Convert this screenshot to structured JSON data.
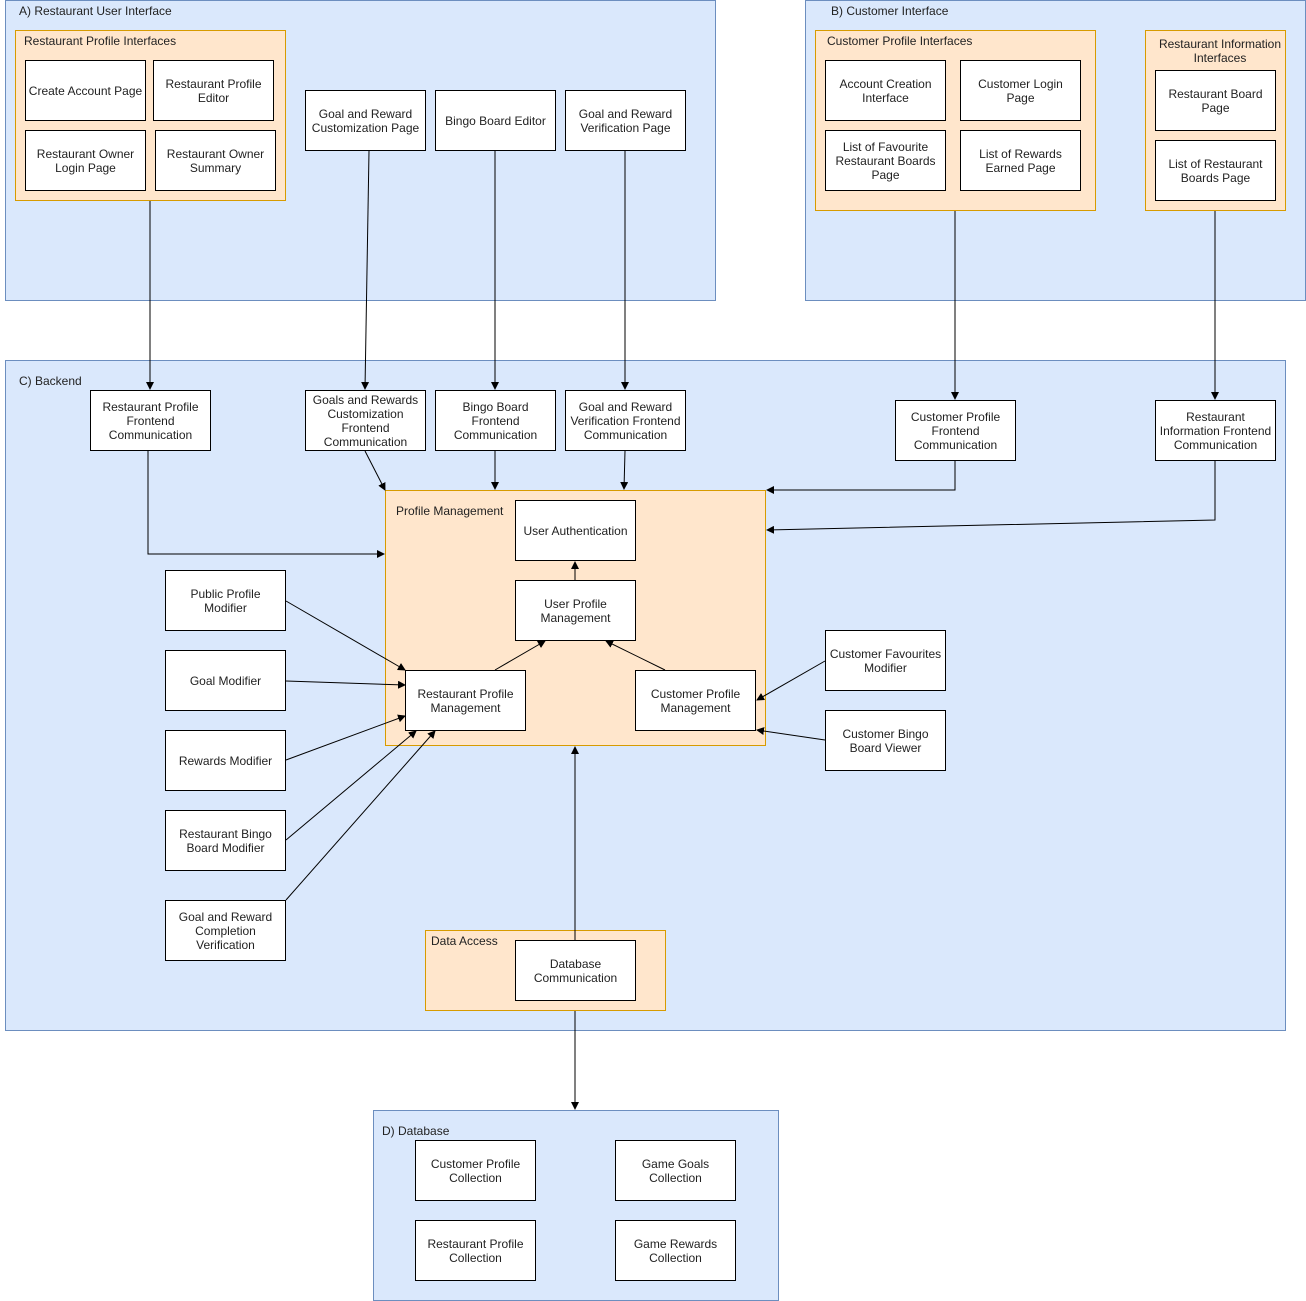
{
  "regions": {
    "restaurant_ui": "A) Restaurant User Interface",
    "customer_ui": "B) Customer Interface",
    "backend": "C) Backend",
    "database": "D) Database"
  },
  "groups": {
    "restaurant_profile_interfaces": "Restaurant Profile Interfaces",
    "customer_profile_interfaces": "Customer Profile Interfaces",
    "restaurant_information_interfaces": "Restaurant Information\nInterfaces",
    "profile_management": "Profile Management",
    "data_access": "Data Access"
  },
  "nodes": {
    "create_account_page": "Create Account Page",
    "restaurant_profile_editor": "Restaurant Profile\nEditor",
    "restaurant_owner_login_page": "Restaurant Owner\nLogin Page",
    "restaurant_owner_summary": "Restaurant Owner\nSummary",
    "goal_reward_customization_page": "Goal and Reward\nCustomization Page",
    "bingo_board_editor": "Bingo Board Editor",
    "goal_reward_verification_page": "Goal and Reward\nVerification Page",
    "account_creation_interface": "Account Creation\nInterface",
    "customer_login_page": "Customer Login Page",
    "list_favourite_boards_page": "List of Favourite\nRestaurant Boards\nPage",
    "list_rewards_earned_page": "List of Rewards\nEarned Page",
    "restaurant_board_page": "Restaurant Board\nPage",
    "list_restaurant_boards_page": "List of Restaurant\nBoards Page",
    "restaurant_profile_frontend_comm": "Restaurant Profile\nFrontend\nCommunication",
    "goals_rewards_customization_frontend_comm": "Goals and Rewards\nCustomization\nFrontend\nCommunication",
    "bingo_board_frontend_comm": "Bingo Board Frontend\nCommunication",
    "goal_reward_verification_frontend_comm": "Goal and Reward\nVerification Frontend\nCommunication",
    "customer_profile_frontend_comm": "Customer Profile\nFrontend\nCommunication",
    "restaurant_information_frontend_comm": "Restaurant\nInformation Frontend\nCommunication",
    "user_authentication": "User Authentication",
    "user_profile_management": "User Profile\nManagement",
    "restaurant_profile_management": "Restaurant Profile\nManagement",
    "customer_profile_management": "Customer Profile\nManagement",
    "public_profile_modifier": "Public Profile Modifier",
    "goal_modifier": "Goal Modifier",
    "rewards_modifier": "Rewards Modifier",
    "restaurant_bingo_board_modifier": "Restaurant Bingo\nBoard Modifier",
    "goal_reward_completion_verification": "Goal and Reward\nCompletion\nVerification",
    "customer_favourites_modifier": "Customer Favourites\nModifier",
    "customer_bingo_board_viewer": "Customer Bingo\nBoard Viewer",
    "database_communication": "Database\nCommunication",
    "customer_profile_collection": "Customer Profile\nCollection",
    "game_goals_collection": "Game Goals\nCollection",
    "restaurant_profile_collection": "Restaurant Profile\nCollection",
    "game_rewards_collection": "Game Rewards\nCollection"
  },
  "colors": {
    "region_fill": "#dae8fc",
    "region_stroke": "#6c8ebf",
    "group_fill": "#ffe6cc",
    "group_stroke": "#d79b00",
    "node_fill": "#ffffff",
    "edge": "#000000"
  }
}
